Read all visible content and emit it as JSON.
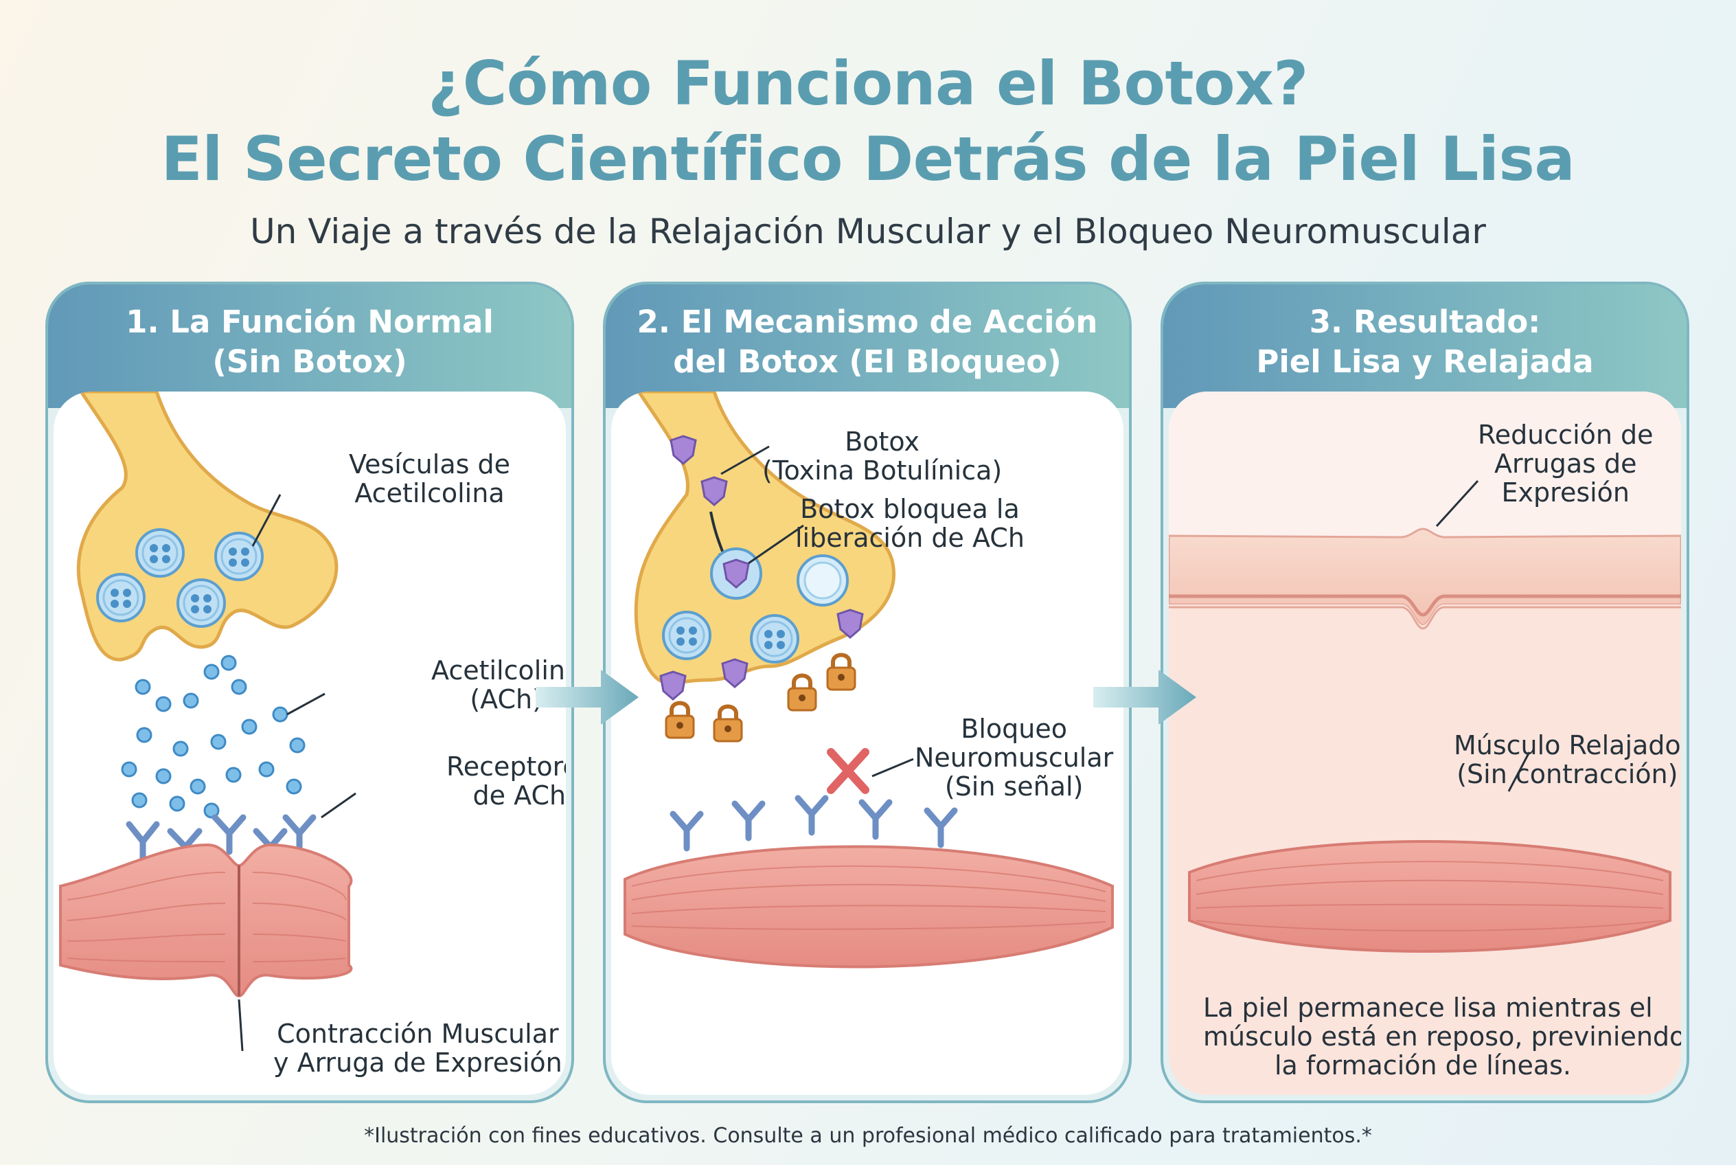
{
  "title": {
    "line1": "¿Cómo Funciona el Botox?",
    "line2": "El Secreto Científico Detrás de la Piel Lisa"
  },
  "subtitle": "Un Viaje a través de la Relajación Muscular y el Bloqueo Neuromuscular",
  "panels": [
    {
      "title_line1": "1. La Función Normal",
      "title_line2": "(Sin Botox)",
      "labels": {
        "vesicles_1": "Vesículas de",
        "vesicles_2": "Acetilcolina",
        "ach_1": "Acetilcolina",
        "ach_2": "(ACh)",
        "receptors_1": "Receptores",
        "receptors_2": "de ACh",
        "contraction_1": "Contracción Muscular",
        "contraction_2": "y Arruga de Expresión"
      }
    },
    {
      "title_line1": "2. El Mecanismo de Acción",
      "title_line2": "del Botox (El Bloqueo)",
      "labels": {
        "botox_1": "Botox",
        "botox_2": "(Toxina Botulínica)",
        "blocks_1": "Botox bloquea la",
        "blocks_2": "liberación de ACh",
        "block_1": "Bloqueo",
        "block_2": "Neuromuscular",
        "block_3": "(Sin señal)"
      }
    },
    {
      "title_line1": "3. Resultado:",
      "title_line2": "Piel Lisa y Relajada",
      "labels": {
        "reduction_1": "Reducción de",
        "reduction_2": "Arrugas de",
        "reduction_3": "Expresión",
        "relaxed_1": "Músculo Relajado",
        "relaxed_2": "(Sin contracción)",
        "note_1": "La piel permanece lisa mientras el",
        "note_2": "músculo está en reposo, previniendo",
        "note_3": "la formación de líneas."
      }
    }
  ],
  "footnote": "*Ilustración con fines educativos. Consulte a un profesional médico calificado para tratamientos.*",
  "colors": {
    "title": "#5b9db0",
    "header_left": "#6199b8",
    "header_right": "#8ec7c4",
    "neuron": "#f8d67e",
    "neuron_outline": "#e0a94a",
    "vesicle": "#bfe0f4",
    "ach_dot": "#7ebfea",
    "receptor": "#6d8fc4",
    "muscle": "#ec9b92",
    "botox": "#a786d8",
    "lock": "#e59a46",
    "block_x": "#e06464",
    "skin": "#f7d6cb"
  }
}
